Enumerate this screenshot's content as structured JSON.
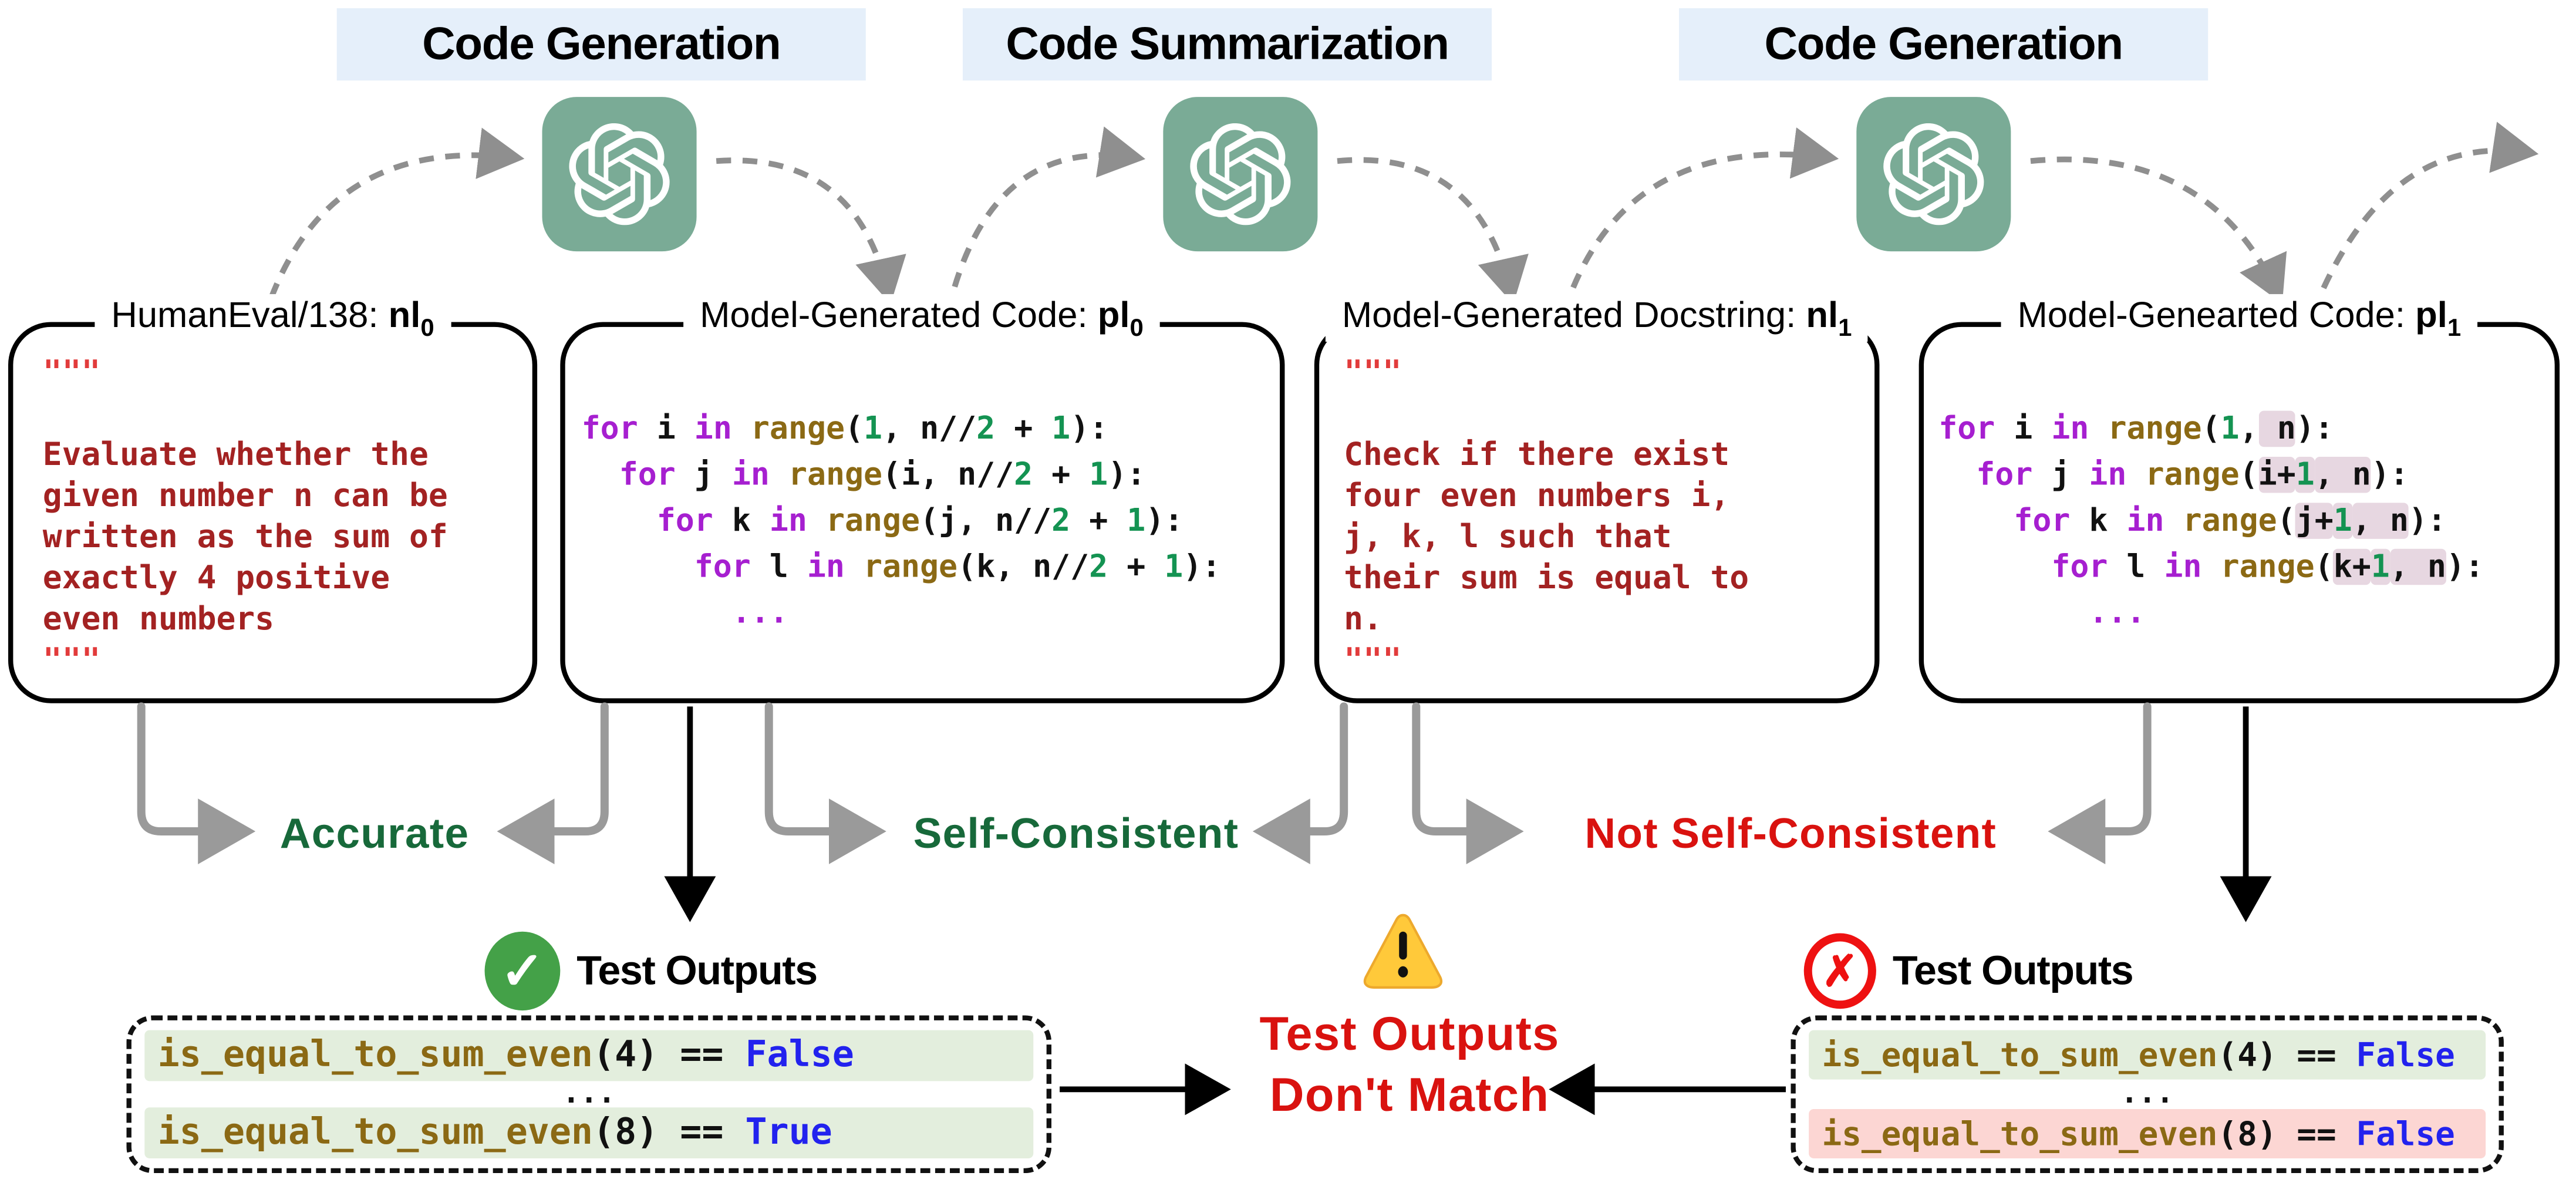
{
  "headers": [
    {
      "label": "Code Generation"
    },
    {
      "label": "Code Summarization"
    },
    {
      "label": "Code Generation"
    }
  ],
  "icons": {
    "model": "openai-logo",
    "pass": "✓",
    "fail": "✗",
    "warning": "!"
  },
  "boxes": {
    "nl0": {
      "title_prefix": "HumanEval/138: ",
      "title_var": "nl",
      "title_sub": "0",
      "lines": [
        [
          {
            "c": "q",
            "t": "\"\"\""
          }
        ],
        [
          {
            "c": "pl",
            "t": " "
          }
        ],
        [
          {
            "c": "ds",
            "t": "Evaluate whether the"
          }
        ],
        [
          {
            "c": "ds",
            "t": "given number n can be"
          }
        ],
        [
          {
            "c": "ds",
            "t": "written as the sum of"
          }
        ],
        [
          {
            "c": "ds",
            "t": "exactly 4 positive"
          }
        ],
        [
          {
            "c": "ds",
            "t": "even numbers"
          }
        ],
        [
          {
            "c": "q",
            "t": "\"\"\""
          }
        ]
      ]
    },
    "pl0": {
      "title_prefix": "Model-Generated Code: ",
      "title_var": "pl",
      "title_sub": "0",
      "lines": [
        [
          {
            "c": "kw",
            "t": "for"
          },
          {
            "c": "pl",
            "t": " i "
          },
          {
            "c": "kw",
            "t": "in"
          },
          {
            "c": "pl",
            "t": " "
          },
          {
            "c": "fn",
            "t": "range"
          },
          {
            "c": "pl",
            "t": "("
          },
          {
            "c": "num",
            "t": "1"
          },
          {
            "c": "pl",
            "t": ", n//"
          },
          {
            "c": "num",
            "t": "2"
          },
          {
            "c": "pl",
            "t": " + "
          },
          {
            "c": "num",
            "t": "1"
          },
          {
            "c": "pl",
            "t": "):"
          }
        ],
        [
          {
            "c": "pl",
            "t": "  "
          },
          {
            "c": "kw",
            "t": "for"
          },
          {
            "c": "pl",
            "t": " j "
          },
          {
            "c": "kw",
            "t": "in"
          },
          {
            "c": "pl",
            "t": " "
          },
          {
            "c": "fn",
            "t": "range"
          },
          {
            "c": "pl",
            "t": "(i, n//"
          },
          {
            "c": "num",
            "t": "2"
          },
          {
            "c": "pl",
            "t": " + "
          },
          {
            "c": "num",
            "t": "1"
          },
          {
            "c": "pl",
            "t": "):"
          }
        ],
        [
          {
            "c": "pl",
            "t": "    "
          },
          {
            "c": "kw",
            "t": "for"
          },
          {
            "c": "pl",
            "t": " k "
          },
          {
            "c": "kw",
            "t": "in"
          },
          {
            "c": "pl",
            "t": " "
          },
          {
            "c": "fn",
            "t": "range"
          },
          {
            "c": "pl",
            "t": "(j, n//"
          },
          {
            "c": "num",
            "t": "2"
          },
          {
            "c": "pl",
            "t": " + "
          },
          {
            "c": "num",
            "t": "1"
          },
          {
            "c": "pl",
            "t": "):"
          }
        ],
        [
          {
            "c": "pl",
            "t": "      "
          },
          {
            "c": "kw",
            "t": "for"
          },
          {
            "c": "pl",
            "t": " l "
          },
          {
            "c": "kw",
            "t": "in"
          },
          {
            "c": "pl",
            "t": " "
          },
          {
            "c": "fn",
            "t": "range"
          },
          {
            "c": "pl",
            "t": "(k, n//"
          },
          {
            "c": "num",
            "t": "2"
          },
          {
            "c": "pl",
            "t": " + "
          },
          {
            "c": "num",
            "t": "1"
          },
          {
            "c": "pl",
            "t": "):"
          }
        ],
        [
          {
            "c": "kw",
            "t": "        ..."
          }
        ]
      ]
    },
    "nl1": {
      "title_prefix": "Model-Generated Docstring: ",
      "title_var": "nl",
      "title_sub": "1",
      "lines": [
        [
          {
            "c": "q",
            "t": "\"\"\""
          }
        ],
        [
          {
            "c": "pl",
            "t": " "
          }
        ],
        [
          {
            "c": "ds",
            "t": "Check if there exist"
          }
        ],
        [
          {
            "c": "ds",
            "t": "four even numbers i,"
          }
        ],
        [
          {
            "c": "ds",
            "t": "j, k, l such that"
          }
        ],
        [
          {
            "c": "ds",
            "t": "their sum is equal to"
          }
        ],
        [
          {
            "c": "ds",
            "t": "n."
          }
        ],
        [
          {
            "c": "q",
            "t": "\"\"\""
          }
        ]
      ]
    },
    "pl1": {
      "title_prefix": "Model-Genearted Code: ",
      "title_var": "pl",
      "title_sub": "1",
      "lines": [
        [
          {
            "c": "kw",
            "t": "for"
          },
          {
            "c": "pl",
            "t": " i "
          },
          {
            "c": "kw",
            "t": "in"
          },
          {
            "c": "pl",
            "t": " "
          },
          {
            "c": "fn",
            "t": "range"
          },
          {
            "c": "pl",
            "t": "("
          },
          {
            "c": "num",
            "t": "1"
          },
          {
            "c": "pl",
            "t": ","
          },
          {
            "c": "pl",
            "t": " n",
            "h": true
          },
          {
            "c": "pl",
            "t": "):"
          }
        ],
        [
          {
            "c": "pl",
            "t": "  "
          },
          {
            "c": "kw",
            "t": "for"
          },
          {
            "c": "pl",
            "t": " j "
          },
          {
            "c": "kw",
            "t": "in"
          },
          {
            "c": "pl",
            "t": " "
          },
          {
            "c": "fn",
            "t": "range"
          },
          {
            "c": "pl",
            "t": "("
          },
          {
            "c": "pl",
            "t": "i+",
            "h": true
          },
          {
            "c": "num",
            "t": "1",
            "h": true
          },
          {
            "c": "pl",
            "t": ", n",
            "h": true
          },
          {
            "c": "pl",
            "t": "):"
          }
        ],
        [
          {
            "c": "pl",
            "t": "    "
          },
          {
            "c": "kw",
            "t": "for"
          },
          {
            "c": "pl",
            "t": " k "
          },
          {
            "c": "kw",
            "t": "in"
          },
          {
            "c": "pl",
            "t": " "
          },
          {
            "c": "fn",
            "t": "range"
          },
          {
            "c": "pl",
            "t": "("
          },
          {
            "c": "pl",
            "t": "j+",
            "h": true
          },
          {
            "c": "num",
            "t": "1",
            "h": true
          },
          {
            "c": "pl",
            "t": ", n",
            "h": true
          },
          {
            "c": "pl",
            "t": "):"
          }
        ],
        [
          {
            "c": "pl",
            "t": "      "
          },
          {
            "c": "kw",
            "t": "for"
          },
          {
            "c": "pl",
            "t": " l "
          },
          {
            "c": "kw",
            "t": "in"
          },
          {
            "c": "pl",
            "t": " "
          },
          {
            "c": "fn",
            "t": "range"
          },
          {
            "c": "pl",
            "t": "("
          },
          {
            "c": "pl",
            "t": "k+",
            "h": true
          },
          {
            "c": "num",
            "t": "1",
            "h": true
          },
          {
            "c": "pl",
            "t": ", n",
            "h": true
          },
          {
            "c": "pl",
            "t": "):"
          }
        ],
        [
          {
            "c": "kw",
            "t": "        ..."
          }
        ]
      ]
    }
  },
  "labels": {
    "accurate": "Accurate",
    "self_consistent": "Self-Consistent",
    "not_self_consistent": "Not Self-Consistent"
  },
  "outputs_left": {
    "heading": "Test Outputs",
    "rows": [
      {
        "status": "pass",
        "tokens": [
          {
            "c": "fn",
            "t": "is_equal_to_sum_even"
          },
          {
            "c": "pl",
            "t": "(4) == "
          },
          {
            "c": "bool",
            "t": "False"
          }
        ]
      },
      {
        "status": "pass",
        "tokens": [
          {
            "c": "fn",
            "t": "is_equal_to_sum_even"
          },
          {
            "c": "pl",
            "t": "(8) == "
          },
          {
            "c": "bool",
            "t": "True"
          }
        ]
      }
    ],
    "dots": "..."
  },
  "outputs_right": {
    "heading": "Test Outputs",
    "rows": [
      {
        "status": "pass",
        "tokens": [
          {
            "c": "fn",
            "t": "is_equal_to_sum_even"
          },
          {
            "c": "pl",
            "t": "(4) == "
          },
          {
            "c": "bool",
            "t": "False"
          }
        ]
      },
      {
        "status": "fail",
        "tokens": [
          {
            "c": "fn",
            "t": "is_equal_to_sum_even"
          },
          {
            "c": "pl",
            "t": "(8) == "
          },
          {
            "c": "bool",
            "t": "False"
          }
        ]
      }
    ],
    "dots": "..."
  },
  "center_message": {
    "line1": "Test Outputs",
    "line2": "Don't Match"
  },
  "colors": {
    "header_bg": "#e5effa",
    "logo_teal": "#7aab96",
    "keyword_purple": "#a61fd0",
    "builtin_brown": "#8b6914",
    "number_green": "#149352",
    "docstring_dark_red": "#a32222",
    "quote_light_red": "#e23b3b",
    "highlight_pink": "#e7d7e1",
    "pass_bg_green": "#e3eedd",
    "fail_bg_red": "#fcd6d3",
    "bool_blue": "#2222ee",
    "label_green": "#17693a",
    "label_red": "#d9120f",
    "arrow_gray": "#9a9a9a",
    "check_green": "#44a148",
    "cross_red": "#ee1111",
    "warning_yellow": "#ffc93a"
  }
}
